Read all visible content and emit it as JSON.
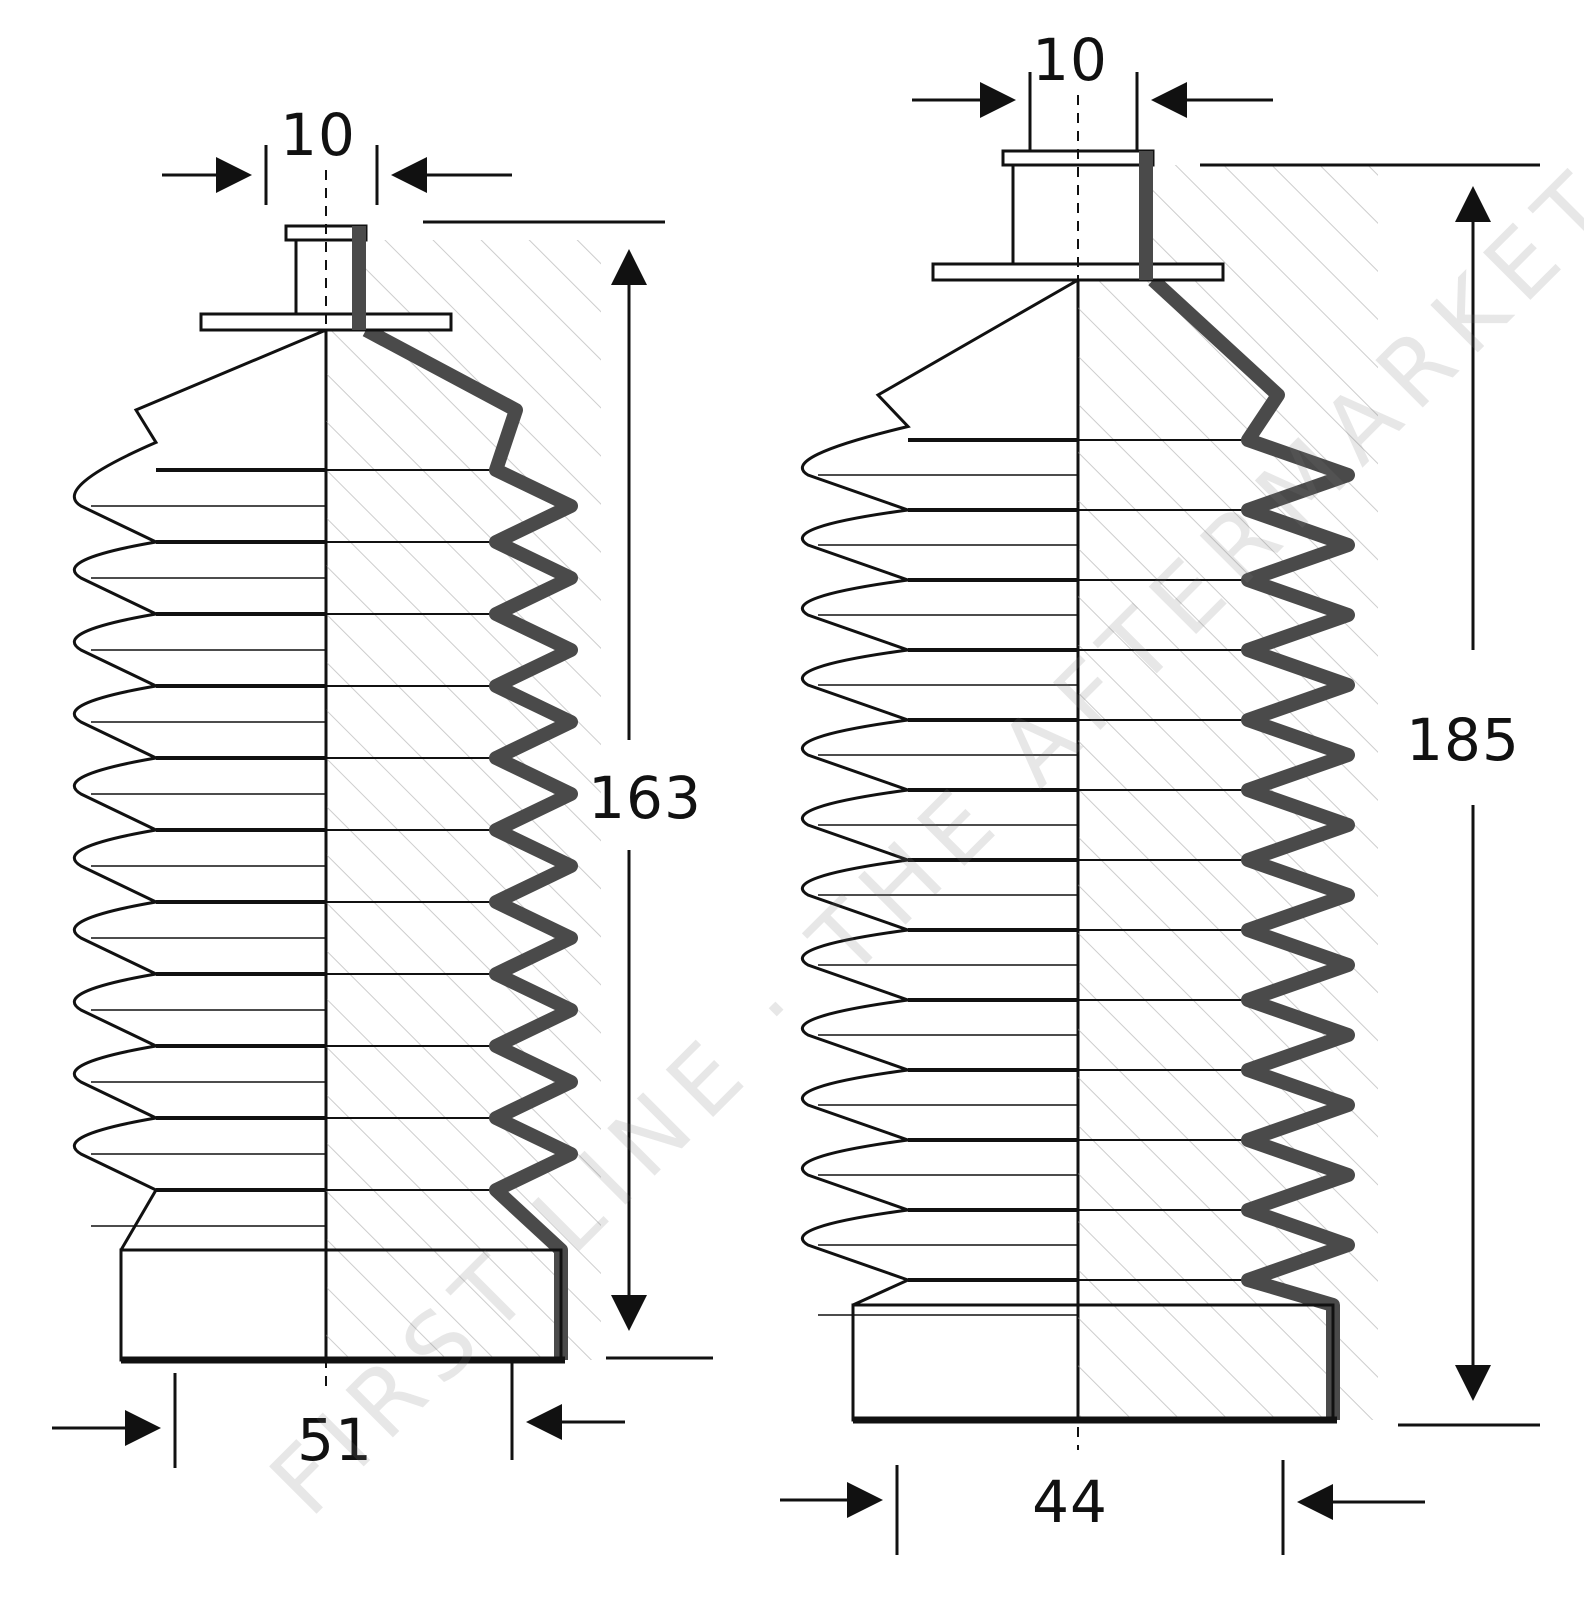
{
  "diagram": {
    "left_boot": {
      "top_width_label": "10",
      "height_label": "163",
      "bottom_width_label": "51"
    },
    "right_boot": {
      "top_width_label": "10",
      "height_label": "185",
      "bottom_width_label": "44"
    },
    "watermark_text": "FIRST LINE · THE AFTERMARKET PROFESSIONAL",
    "colors": {
      "line": "#111111",
      "section": "#4a4a4a",
      "hatch": "#9a9a9a",
      "background": "#ffffff"
    }
  }
}
